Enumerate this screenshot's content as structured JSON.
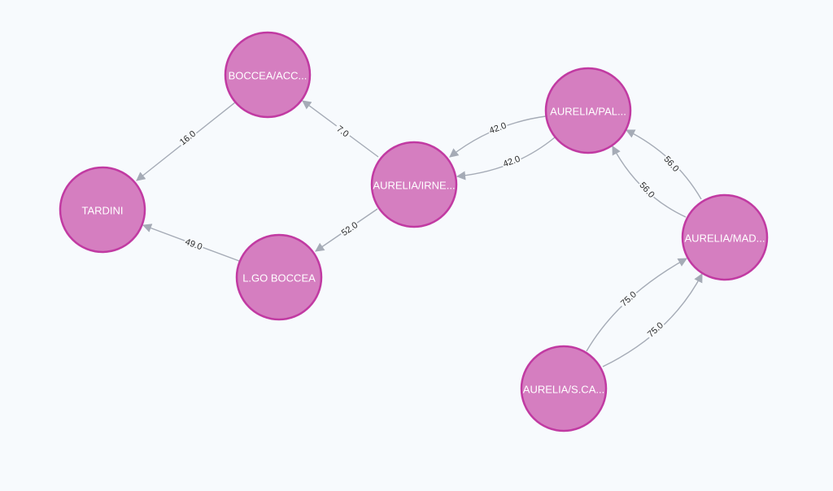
{
  "graph": {
    "node_fill": "#d57ec0",
    "node_stroke": "#c13aa2",
    "edge_color": "#a5abb6",
    "background": "#f7fafd",
    "nodes": [
      {
        "id": "boccea-acc",
        "label": "BOCCEA/ACC..."
      },
      {
        "id": "tardini",
        "label": "TARDINI"
      },
      {
        "id": "aurelia-irne",
        "label": "AURELIA/IRNE..."
      },
      {
        "id": "lgo-boccea",
        "label": "L.GO BOCCEA"
      },
      {
        "id": "aurelia-pal",
        "label": "AURELIA/PAL..."
      },
      {
        "id": "aurelia-mad",
        "label": "AURELIA/MAD..."
      },
      {
        "id": "aurelia-sca",
        "label": "AURELIA/S.CA..."
      }
    ],
    "edges": [
      {
        "id": "e1",
        "from": "boccea-acc",
        "to": "tardini",
        "label": "16.0"
      },
      {
        "id": "e2",
        "from": "aurelia-irne",
        "to": "boccea-acc",
        "label": "7.0"
      },
      {
        "id": "e3",
        "from": "aurelia-irne",
        "to": "lgo-boccea",
        "label": "52.0"
      },
      {
        "id": "e4",
        "from": "lgo-boccea",
        "to": "tardini",
        "label": "49.0"
      },
      {
        "id": "e5",
        "from": "aurelia-pal",
        "to": "aurelia-irne",
        "label": "42.0"
      },
      {
        "id": "e6",
        "from": "aurelia-pal",
        "to": "aurelia-irne",
        "label": "42.0"
      },
      {
        "id": "e7",
        "from": "aurelia-mad",
        "to": "aurelia-pal",
        "label": "56.0"
      },
      {
        "id": "e8",
        "from": "aurelia-mad",
        "to": "aurelia-pal",
        "label": "56.0"
      },
      {
        "id": "e9",
        "from": "aurelia-sca",
        "to": "aurelia-mad",
        "label": "75.0"
      },
      {
        "id": "e10",
        "from": "aurelia-sca",
        "to": "aurelia-mad",
        "label": "75.0"
      }
    ]
  }
}
